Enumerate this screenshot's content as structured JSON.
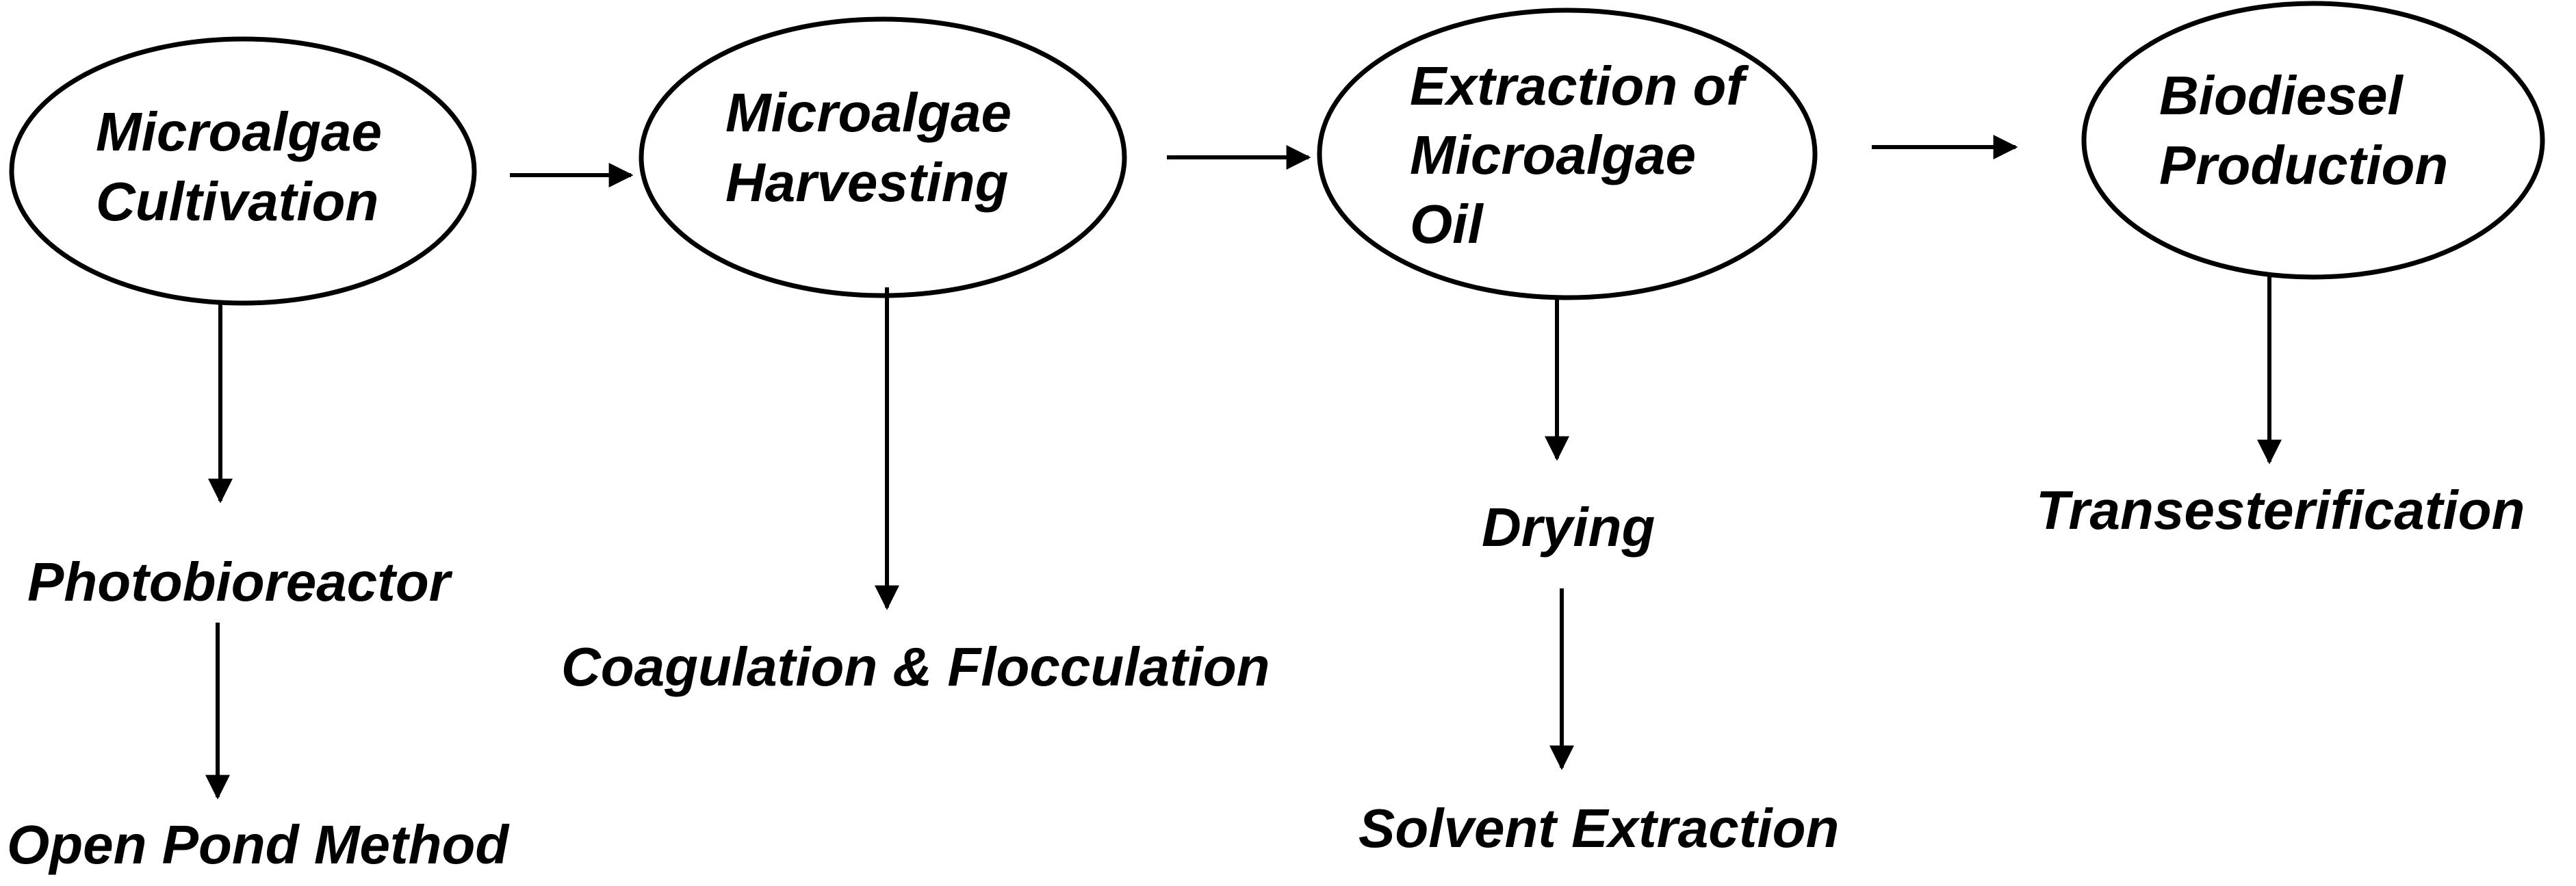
{
  "nodes": {
    "cultivation": {
      "line1": "Microalgae",
      "line2": "Cultivation"
    },
    "harvesting": {
      "line1": "Microalgae",
      "line2": "Harvesting"
    },
    "extraction": {
      "line1": "Extraction of",
      "line2": "Microalgae",
      "line3": "Oil"
    },
    "production": {
      "line1": "Biodiesel",
      "line2": "Production"
    }
  },
  "methods": {
    "photobioreactor": "Photobioreactor",
    "open_pond": "Open Pond Method",
    "coagulation": "Coagulation & Flocculation",
    "drying": "Drying",
    "solvent_extraction": "Solvent Extraction",
    "transesterification": "Transesterification"
  }
}
